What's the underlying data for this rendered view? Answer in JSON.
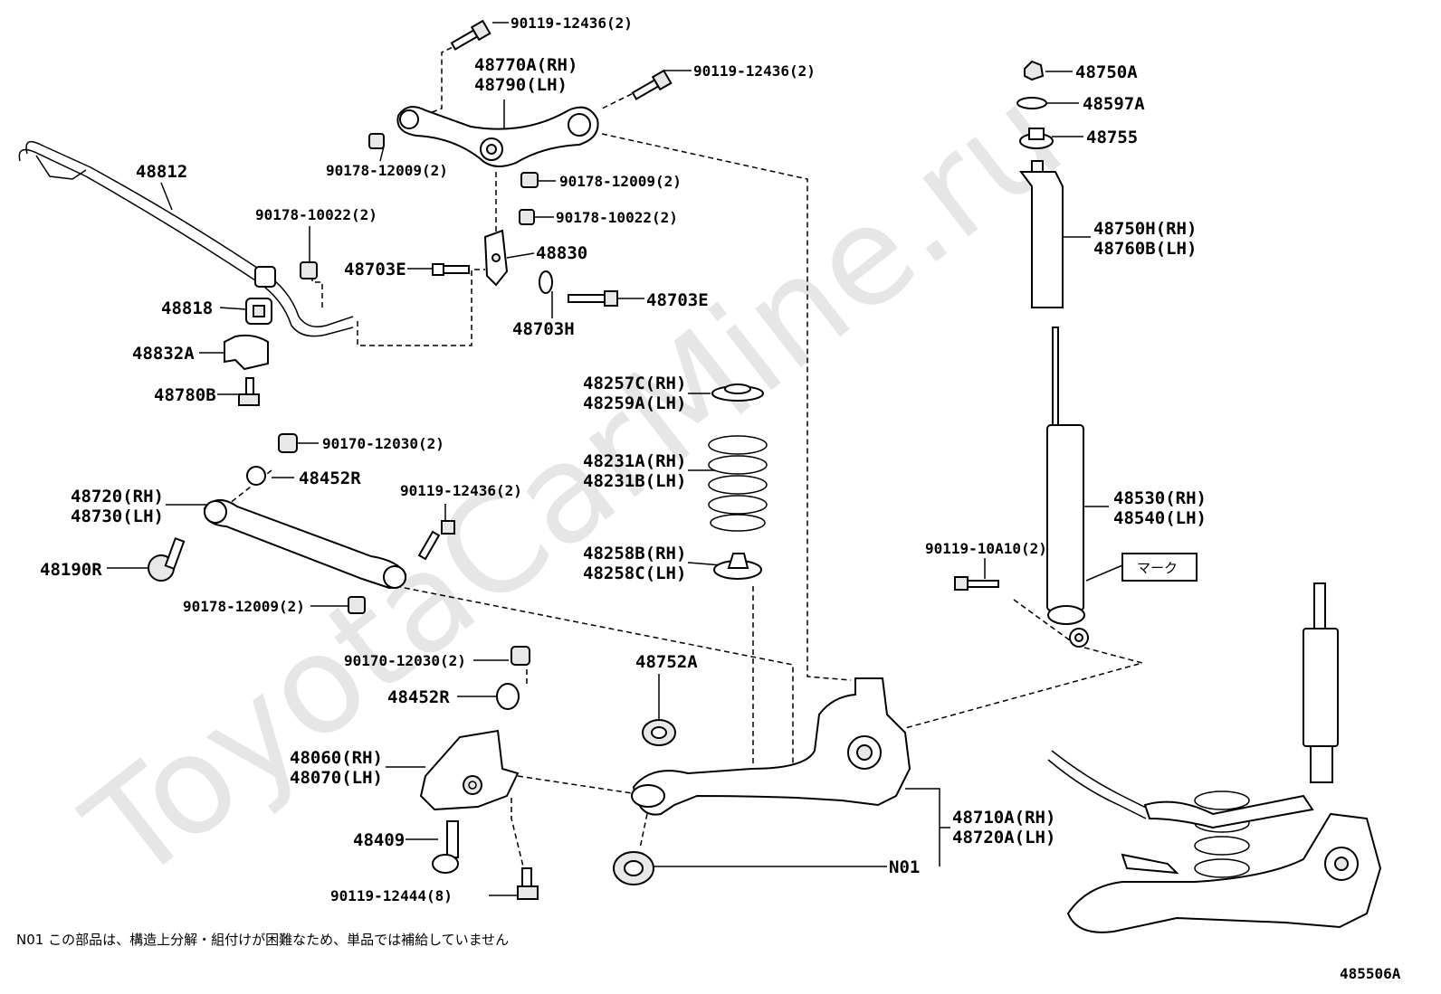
{
  "watermark": "ToyotaCarMine.ru",
  "figure_number": "485506A",
  "footnote": "N01 この部品は、構造上分解・組付けが困難なため、単品では補給していません",
  "mark_label": "マーク",
  "labels": {
    "bolt_top_a": "90119-12436(2)",
    "bolt_top_b": "90119-12436(2)",
    "upper_arm_rh": "48770A(RH)",
    "upper_arm_lh": "48790(LH)",
    "nut_upper_left": "90178-12009(2)",
    "nut_upper_right": "90178-12009(2)",
    "stabilizer_bar": "48812",
    "nut_stab_link": "90178-10022(2)",
    "nut_bracket": "90178-10022(2)",
    "bracket": "48830",
    "bolt_48703e_left": "48703E",
    "bolt_48703e_right": "48703E",
    "washer_48703h": "48703H",
    "bushing_48818": "48818",
    "bracket_48832a": "48832A",
    "bolt_48780b": "48780B",
    "nut_48750a": "48750A",
    "washer_48597a": "48597A",
    "mount_48755": "48755",
    "boot_rh": "48750H(RH)",
    "boot_lh": "48760B(LH)",
    "seat_upper_rh": "48257C(RH)",
    "seat_upper_lh": "48259A(LH)",
    "spring_rh": "48231A(RH)",
    "spring_lh": "48231B(LH)",
    "seat_lower_rh": "48258B(RH)",
    "seat_lower_lh": "48258C(LH)",
    "nut_90170_a": "90170-12030(2)",
    "cam_48452r_a": "48452R",
    "lower_arm_rh": "48720(RH)",
    "lower_arm_lh": "48730(LH)",
    "bolt_arm": "90119-12436(2)",
    "bolt_48190r": "48190R",
    "nut_arm_end": "90178-12009(2)",
    "shock_rh": "48530(RH)",
    "shock_lh": "48540(LH)",
    "shock_bolt": "90119-10A10(2)",
    "nut_90170_b": "90170-12030(2)",
    "cam_48452r_b": "48452R",
    "bushing_48752a": "48752A",
    "carrier_rh": "48060(RH)",
    "carrier_lh": "48070(LH)",
    "bolt_48409": "48409",
    "bolt_90119_12444": "90119-12444(8)",
    "trailing_arm_rh": "48710A(RH)",
    "trailing_arm_lh": "48720A(LH)",
    "n01": "N01"
  }
}
